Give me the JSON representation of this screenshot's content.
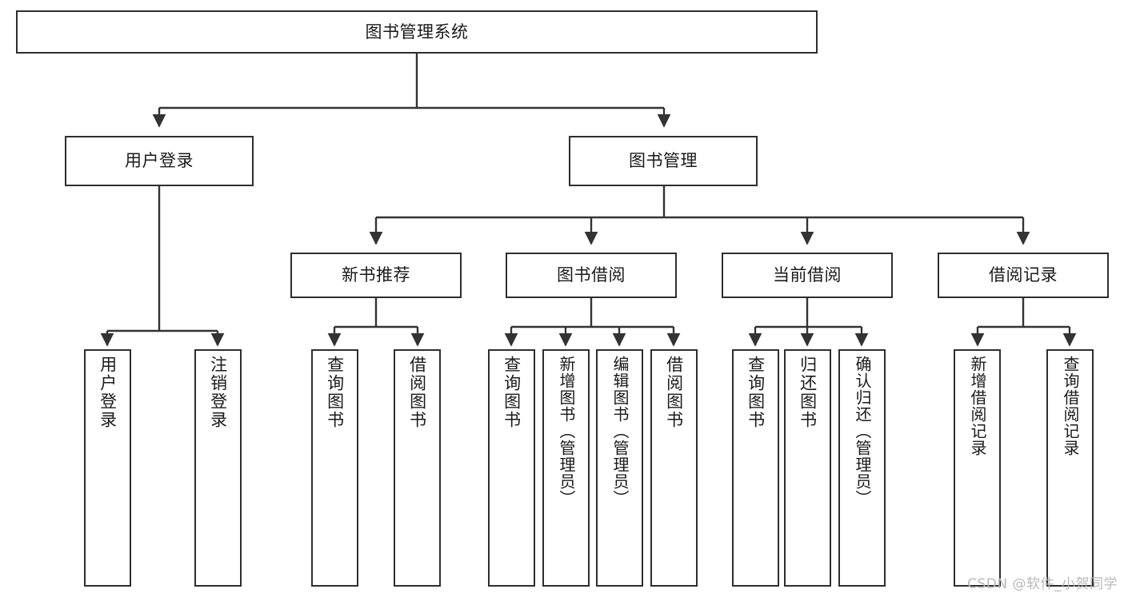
{
  "diagram": {
    "title": "图书管理系统",
    "type": "功能结构图",
    "watermark": "CSDN @软件_小贺同学",
    "colors": {
      "box_border": "#2e2e2e",
      "box_fill": "#ffffff",
      "edge": "#333333",
      "text": "#1a1a1a",
      "watermark": "#b9b9b9"
    },
    "root": {
      "label": "图书管理系统"
    },
    "level2": [
      {
        "label": "用户登录"
      },
      {
        "label": "图书管理"
      }
    ],
    "level3": [
      {
        "label": "新书推荐"
      },
      {
        "label": "图书借阅"
      },
      {
        "label": "当前借阅"
      },
      {
        "label": "借阅记录"
      }
    ],
    "leaves": {
      "user_login": [
        {
          "label": "用户登录"
        },
        {
          "label": "注销登录"
        }
      ],
      "new_book": [
        {
          "label": "查询图书"
        },
        {
          "label": "借阅图书"
        }
      ],
      "book_borrow": [
        {
          "label": "查询图书"
        },
        {
          "label": "新增图书（管理员）"
        },
        {
          "label": "编辑图书（管理员）"
        },
        {
          "label": "借阅图书"
        }
      ],
      "current_borrow": [
        {
          "label": "查询图书"
        },
        {
          "label": "归还图书"
        },
        {
          "label": "确认归还（管理员）"
        }
      ],
      "borrow_record": [
        {
          "label": "新增借阅记录"
        },
        {
          "label": "查询借阅记录"
        }
      ]
    }
  }
}
